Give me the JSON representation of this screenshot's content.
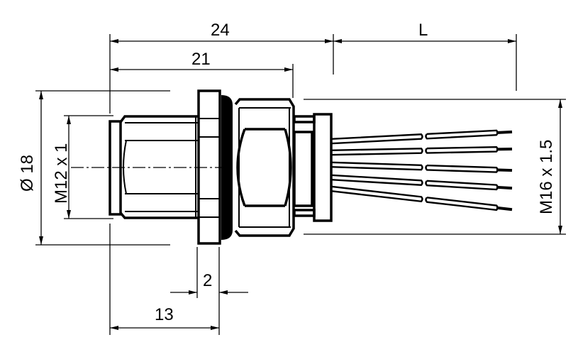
{
  "drawing": {
    "dimensions": {
      "overall_length": "24",
      "body_length": "21",
      "cable_length": "L",
      "diameter": "Ø 18",
      "front_thread": "M12 x 1",
      "rear_thread": "M16 x 1.5",
      "flange_thickness": "2",
      "mounting_length": "13"
    },
    "wire_count": 5,
    "line_color": "#000000",
    "background_color": "#ffffff"
  }
}
